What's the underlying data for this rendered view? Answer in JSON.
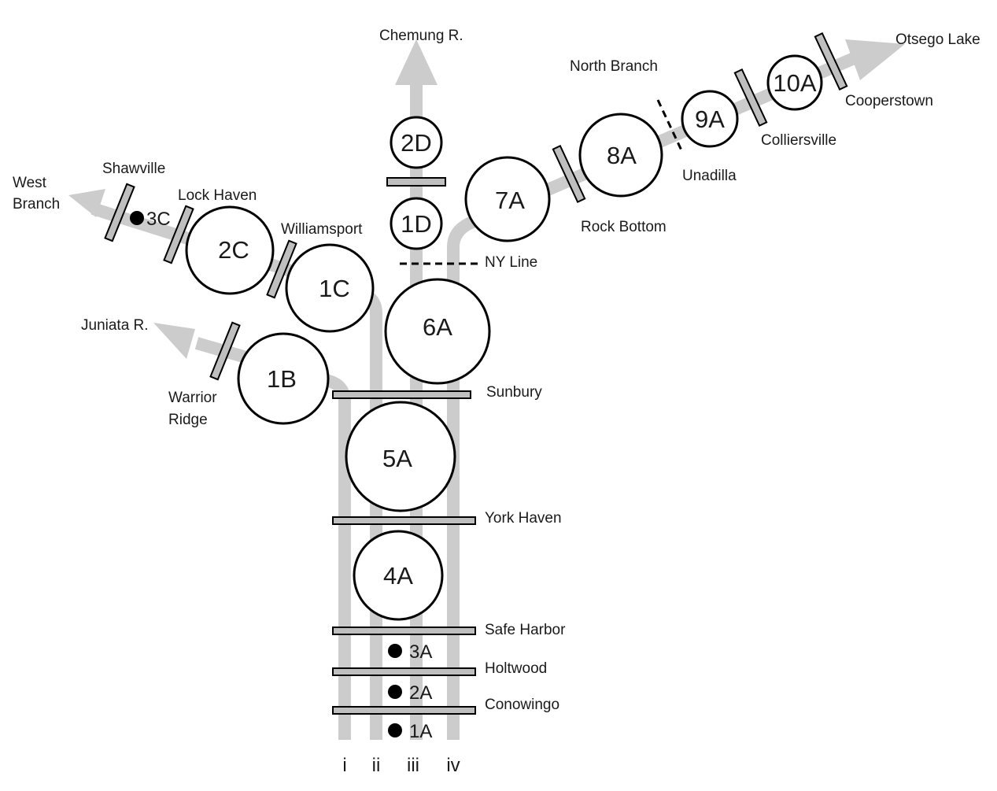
{
  "rivers": {
    "chemung": "Chemung R.",
    "otsego": "Otsego Lake",
    "north_branch": "North Branch",
    "west_branch_line1": "West",
    "west_branch_line2": "Branch",
    "juniata": "Juniata R."
  },
  "reservoirs": {
    "r1A": "1A",
    "r2A": "2A",
    "r3A": "3A",
    "r4A": "4A",
    "r5A": "5A",
    "r6A": "6A",
    "r7A": "7A",
    "r8A": "8A",
    "r9A": "9A",
    "r10A": "10A",
    "r1B": "1B",
    "r1C": "1C",
    "r2C": "2C",
    "r3C": "3C",
    "r1D": "1D",
    "r2D": "2D"
  },
  "dams": {
    "sunbury": "Sunbury",
    "york_haven": "York Haven",
    "safe_harbor": "Safe Harbor",
    "holtwood": "Holtwood",
    "conowingo": "Conowingo",
    "warrior_ridge_line1": "Warrior",
    "warrior_ridge_line2": "Ridge",
    "shawville": "Shawville",
    "lock_haven": "Lock Haven",
    "williamsport": "Williamsport",
    "rock_bottom": "Rock Bottom",
    "unadilla": "Unadilla",
    "colliersville": "Colliersville",
    "cooperstown": "Cooperstown",
    "ny_line": "NY Line"
  },
  "routes": {
    "i": "i",
    "ii": "ii",
    "iii": "iii",
    "iv": "iv"
  }
}
